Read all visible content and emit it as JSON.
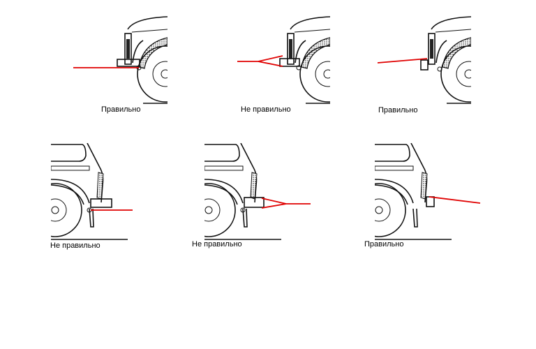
{
  "labels": {
    "correct": "Правильно",
    "incorrect": "Не правильно"
  },
  "panels": [
    {
      "view": "front",
      "label": "Правильно"
    },
    {
      "view": "front",
      "label": "Не правильно"
    },
    {
      "view": "front",
      "label": "Правильно"
    },
    {
      "view": "rear",
      "label": "Не правильно"
    },
    {
      "view": "rear",
      "label": "Не правильно"
    },
    {
      "view": "rear",
      "label": "Правильно"
    }
  ],
  "colors": {
    "beam": "#e00000",
    "line": "#111111"
  }
}
